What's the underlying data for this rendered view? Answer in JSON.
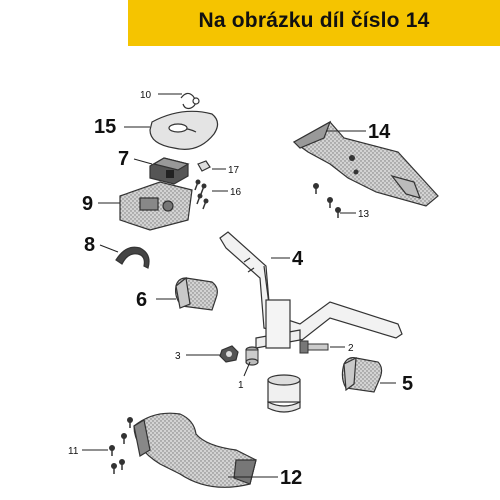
{
  "banner": {
    "text": "Na obrázku díl číslo 14",
    "color": "#f5c400"
  },
  "callouts": {
    "c1": "1",
    "c2": "2",
    "c3": "3",
    "c4": "4",
    "c5": "5",
    "c6": "6",
    "c7": "7",
    "c8": "8",
    "c9": "9",
    "c10": "10",
    "c11": "11",
    "c12": "12",
    "c13": "13",
    "c14": "14",
    "c15": "15",
    "c16": "16",
    "c17": "17"
  }
}
